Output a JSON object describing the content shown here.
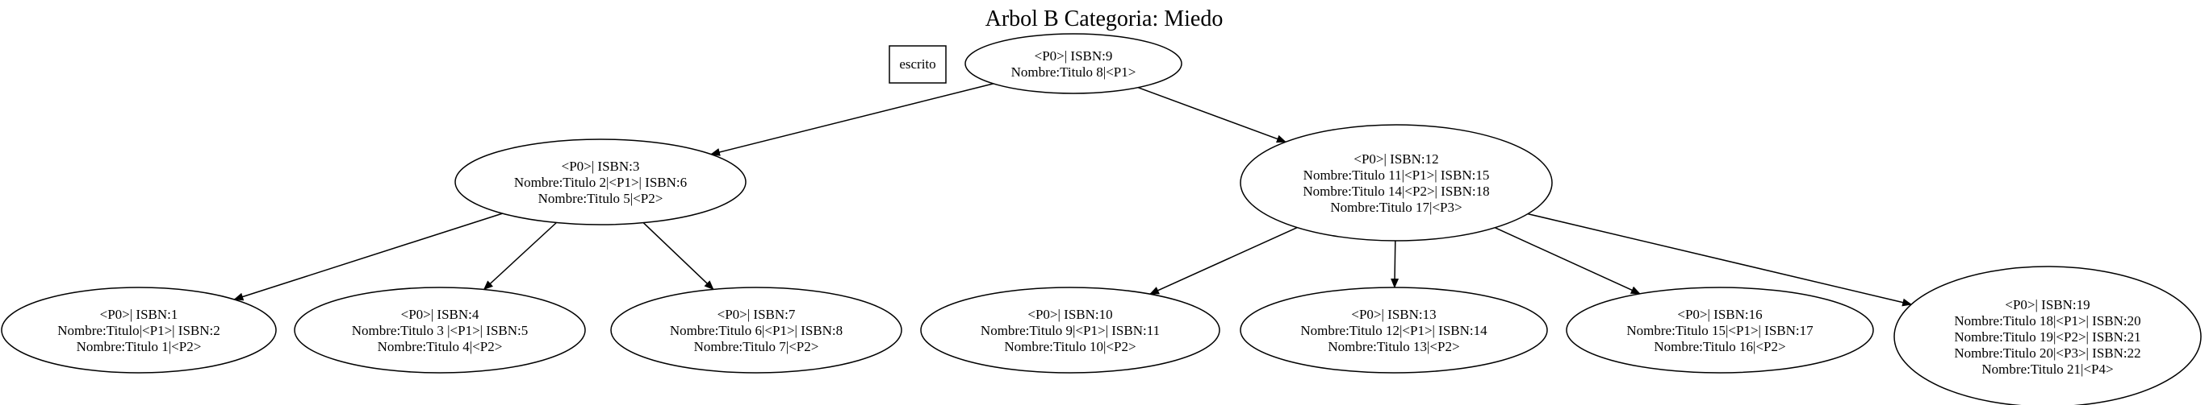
{
  "title": "Arbol B Categoria: Miedo",
  "legend": {
    "label": "escrito"
  },
  "colors": {
    "stroke": "#000000",
    "background": "#ffffff",
    "text": "#000000"
  },
  "nodes": [
    {
      "id": "root",
      "lines": [
        "<P0>| ISBN:9",
        "Nombre:Titulo 8|<P1>"
      ]
    },
    {
      "id": "n-left",
      "lines": [
        "<P0>| ISBN:3",
        "Nombre:Titulo 2|<P1>| ISBN:6",
        "Nombre:Titulo 5|<P2>"
      ]
    },
    {
      "id": "n-right",
      "lines": [
        "<P0>| ISBN:12",
        "Nombre:Titulo 11|<P1>| ISBN:15",
        "Nombre:Titulo 14|<P2>| ISBN:18",
        "Nombre:Titulo 17|<P3>"
      ]
    },
    {
      "id": "leaf-1",
      "lines": [
        "<P0>| ISBN:1",
        "Nombre:Titulo|<P1>| ISBN:2",
        "Nombre:Titulo 1|<P2>"
      ]
    },
    {
      "id": "leaf-4",
      "lines": [
        "<P0>| ISBN:4",
        "Nombre:Titulo 3 |<P1>| ISBN:5",
        "Nombre:Titulo 4|<P2>"
      ]
    },
    {
      "id": "leaf-7",
      "lines": [
        "<P0>| ISBN:7",
        "Nombre:Titulo 6|<P1>| ISBN:8",
        "Nombre:Titulo 7|<P2>"
      ]
    },
    {
      "id": "leaf-10",
      "lines": [
        "<P0>| ISBN:10",
        "Nombre:Titulo 9|<P1>| ISBN:11",
        "Nombre:Titulo 10|<P2>"
      ]
    },
    {
      "id": "leaf-13",
      "lines": [
        "<P0>| ISBN:13",
        "Nombre:Titulo 12|<P1>| ISBN:14",
        "Nombre:Titulo 13|<P2>"
      ]
    },
    {
      "id": "leaf-16",
      "lines": [
        "<P0>| ISBN:16",
        "Nombre:Titulo 15|<P1>| ISBN:17",
        "Nombre:Titulo 16|<P2>"
      ]
    },
    {
      "id": "leaf-19",
      "lines": [
        "<P0>| ISBN:19",
        "Nombre:Titulo 18|<P1>| ISBN:20",
        "Nombre:Titulo 19|<P2>| ISBN:21",
        "Nombre:Titulo 20|<P3>| ISBN:22",
        "Nombre:Titulo 21|<P4>"
      ]
    }
  ],
  "edges": [
    {
      "from": "root",
      "to": "n-left"
    },
    {
      "from": "root",
      "to": "n-right"
    },
    {
      "from": "n-left",
      "to": "leaf-1"
    },
    {
      "from": "n-left",
      "to": "leaf-4"
    },
    {
      "from": "n-left",
      "to": "leaf-7"
    },
    {
      "from": "n-right",
      "to": "leaf-10"
    },
    {
      "from": "n-right",
      "to": "leaf-13"
    },
    {
      "from": "n-right",
      "to": "leaf-16"
    },
    {
      "from": "n-right",
      "to": "leaf-19"
    }
  ]
}
